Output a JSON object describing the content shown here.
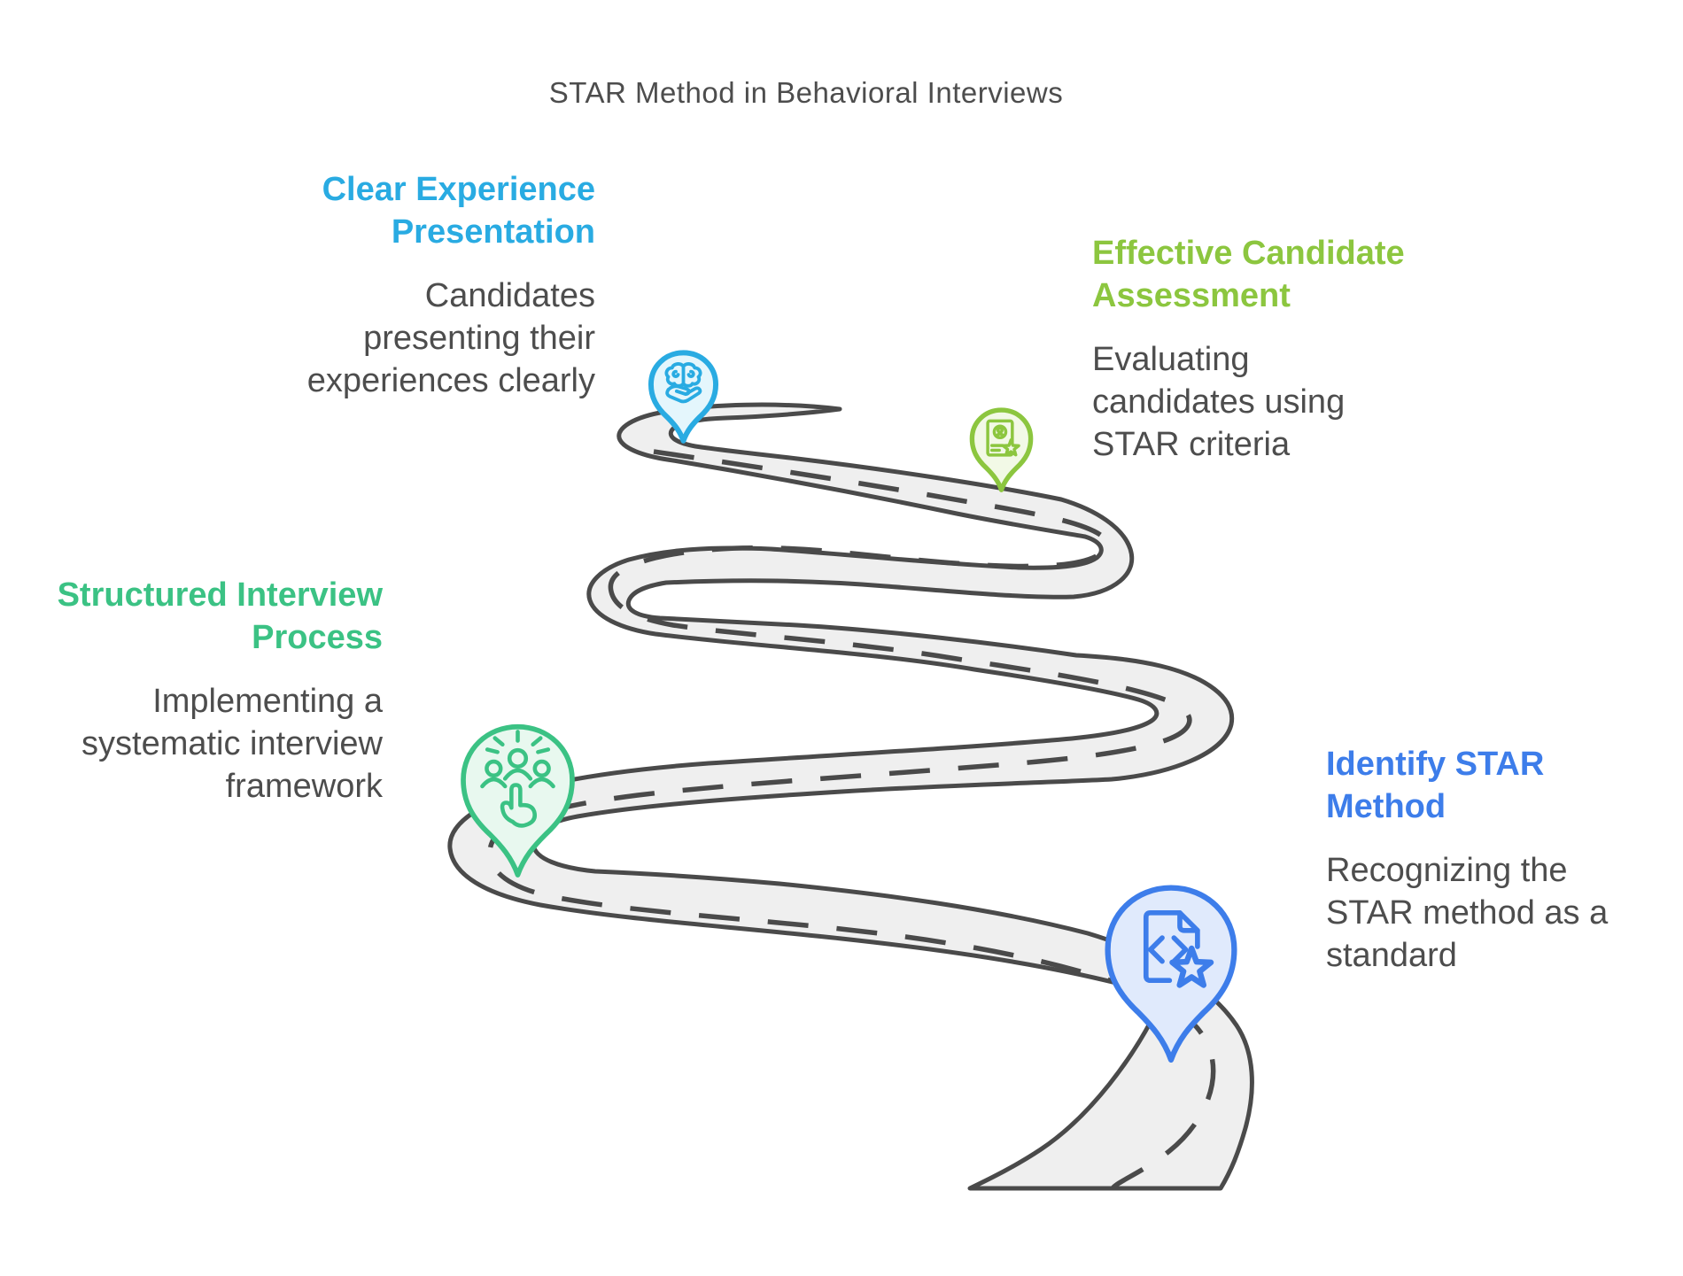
{
  "title": "STAR Method in Behavioral Interviews",
  "colors": {
    "text_dark": "#4D4D4D",
    "road_fill": "#EFEFEF",
    "road_edge": "#4A4A4A",
    "cyan": "#29ABE2",
    "cyan_light": "#E4F6FC",
    "lime": "#8CC63F",
    "lime_light": "#F2F9E6",
    "emerald": "#3BC284",
    "emerald_light": "#E8F8EF",
    "royal": "#3D7DEA",
    "royal_light": "#E0EAFC"
  },
  "milestones": [
    {
      "heading": "Clear Experience Presentation",
      "heading_lines": [
        "Clear Experience",
        "Presentation"
      ],
      "body": "Candidates presenting their experiences clearly",
      "body_lines": [
        "Candidates",
        "presenting their",
        "experiences clearly"
      ],
      "icon": "brain-in-hand-icon"
    },
    {
      "heading": "Effective Candidate Assessment",
      "heading_lines": [
        "Effective Candidate",
        "Assessment"
      ],
      "body": "Evaluating candidates using STAR criteria",
      "body_lines": [
        "Evaluating",
        "candidates using",
        "STAR criteria"
      ],
      "icon": "resume-star-icon"
    },
    {
      "heading": "Structured Interview Process",
      "heading_lines": [
        "Structured Interview",
        "Process"
      ],
      "body": "Implementing a systematic interview framework",
      "body_lines": [
        "Implementing a",
        "systematic interview",
        "framework"
      ],
      "icon": "people-select-icon"
    },
    {
      "heading": "Identify STAR Method",
      "heading_lines": [
        "Identify STAR",
        "Method"
      ],
      "body": "Recognizing the STAR method as a standard",
      "body_lines": [
        "Recognizing the",
        "STAR method as a",
        "standard"
      ],
      "icon": "code-document-star-icon"
    }
  ]
}
